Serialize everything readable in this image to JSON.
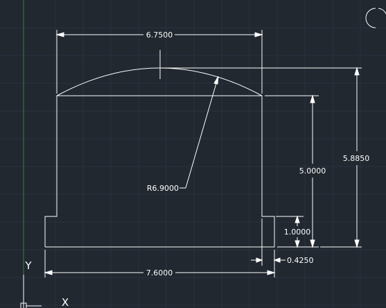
{
  "colors": {
    "background": "#212830",
    "grid": "#2a3240",
    "geometry": "#ffffff",
    "y_axis": "#2e8a2e"
  },
  "drawing": {
    "dimensions": {
      "top_width": "6.7500",
      "bottom_width": "7.6000",
      "arc_radius": "R6.9000",
      "height_main": "5.0000",
      "height_total": "5.8850",
      "step_height": "1.0000",
      "step_offset": "0.4250"
    }
  },
  "ucs_icon": {
    "y_label": "Y",
    "x_label": "X"
  }
}
